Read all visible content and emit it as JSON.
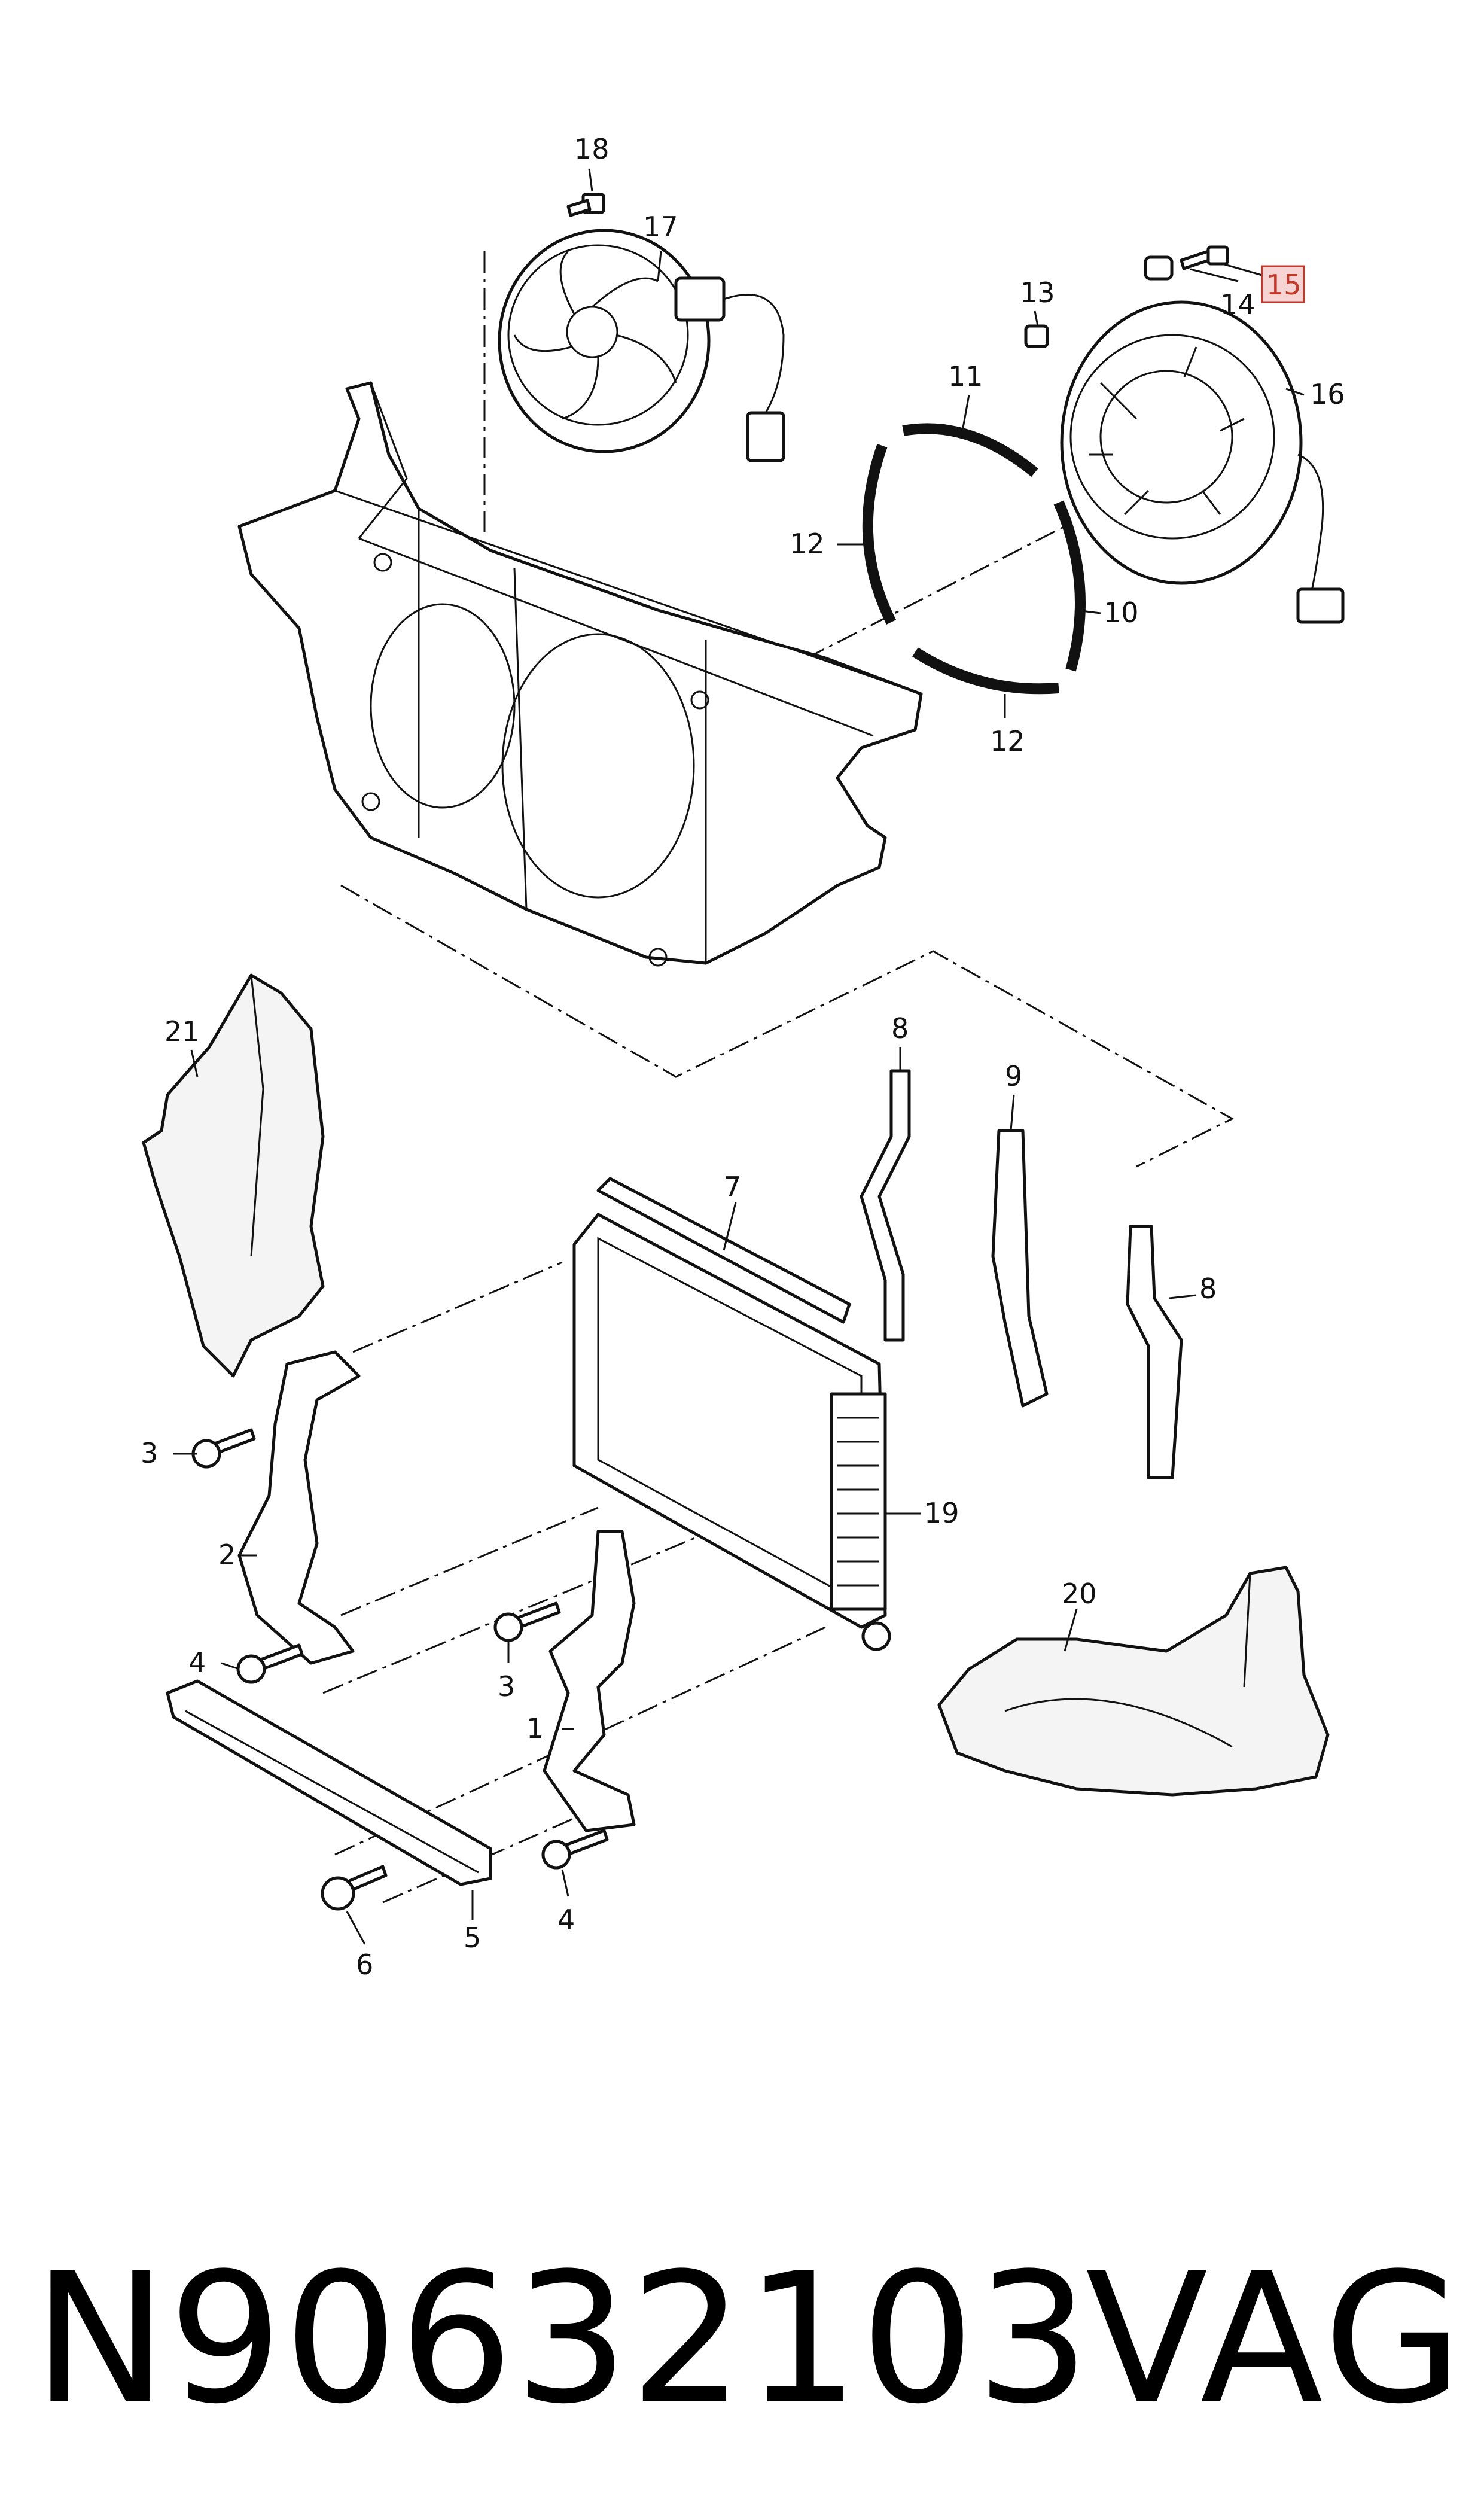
{
  "callouts": {
    "c1": "1",
    "c2": "2",
    "c3a": "3",
    "c3b": "3",
    "c4a": "4",
    "c4b": "4",
    "c5": "5",
    "c6": "6",
    "c7": "7",
    "c8a": "8",
    "c8b": "8",
    "c9": "9",
    "c10": "10",
    "c11": "11",
    "c12a": "12",
    "c12b": "12",
    "c13": "13",
    "c14": "14",
    "c15": "15",
    "c16": "16",
    "c17": "17",
    "c18": "18",
    "c19": "19",
    "c20": "20",
    "c21": "21"
  },
  "highlight": {
    "callout": "15",
    "color": "#c0392b",
    "box_color": "#f6d4d4"
  },
  "footer": {
    "part_number": "N90632103",
    "brand": "VAG"
  }
}
